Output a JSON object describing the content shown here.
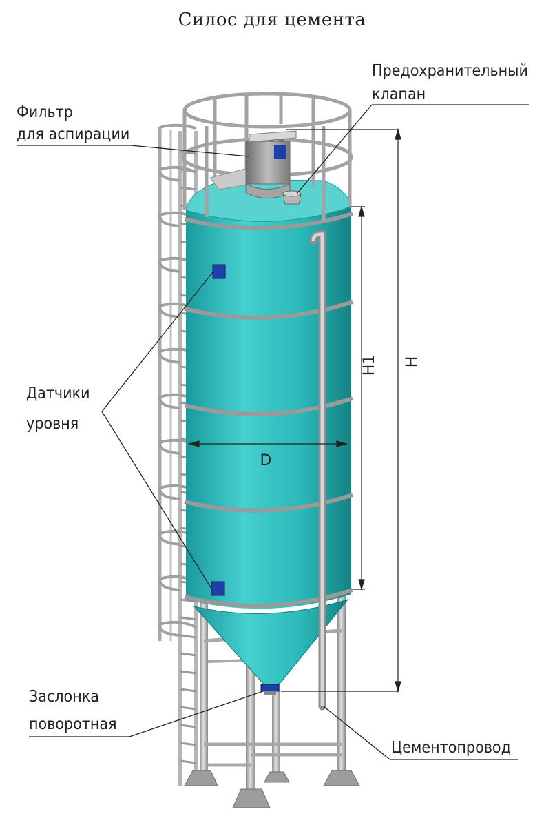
{
  "title": "Силос для цемента",
  "labels": {
    "safety_valve_line1": "Предохранительный",
    "safety_valve_line2": "клапан",
    "filter_line1": "Фильтр",
    "filter_line2": "для аспирации",
    "level_sensors_line1": "Датчики",
    "level_sensors_line2": "уровня",
    "butterfly_valve_line1": "Заслонка",
    "butterfly_valve_line2": "поворотная",
    "cement_pipeline": "Цементопровод"
  },
  "dimensions": {
    "diameter": "D",
    "cylinder_height": "H1",
    "total_height": "H"
  },
  "colors": {
    "tank": "#2bb8b8",
    "tank_light": "#5fd3d1",
    "tank_dark": "#178d8f",
    "steel": "#b9b9b9",
    "steel_dark": "#7c7c7c",
    "sensor": "#1f3fa8"
  }
}
